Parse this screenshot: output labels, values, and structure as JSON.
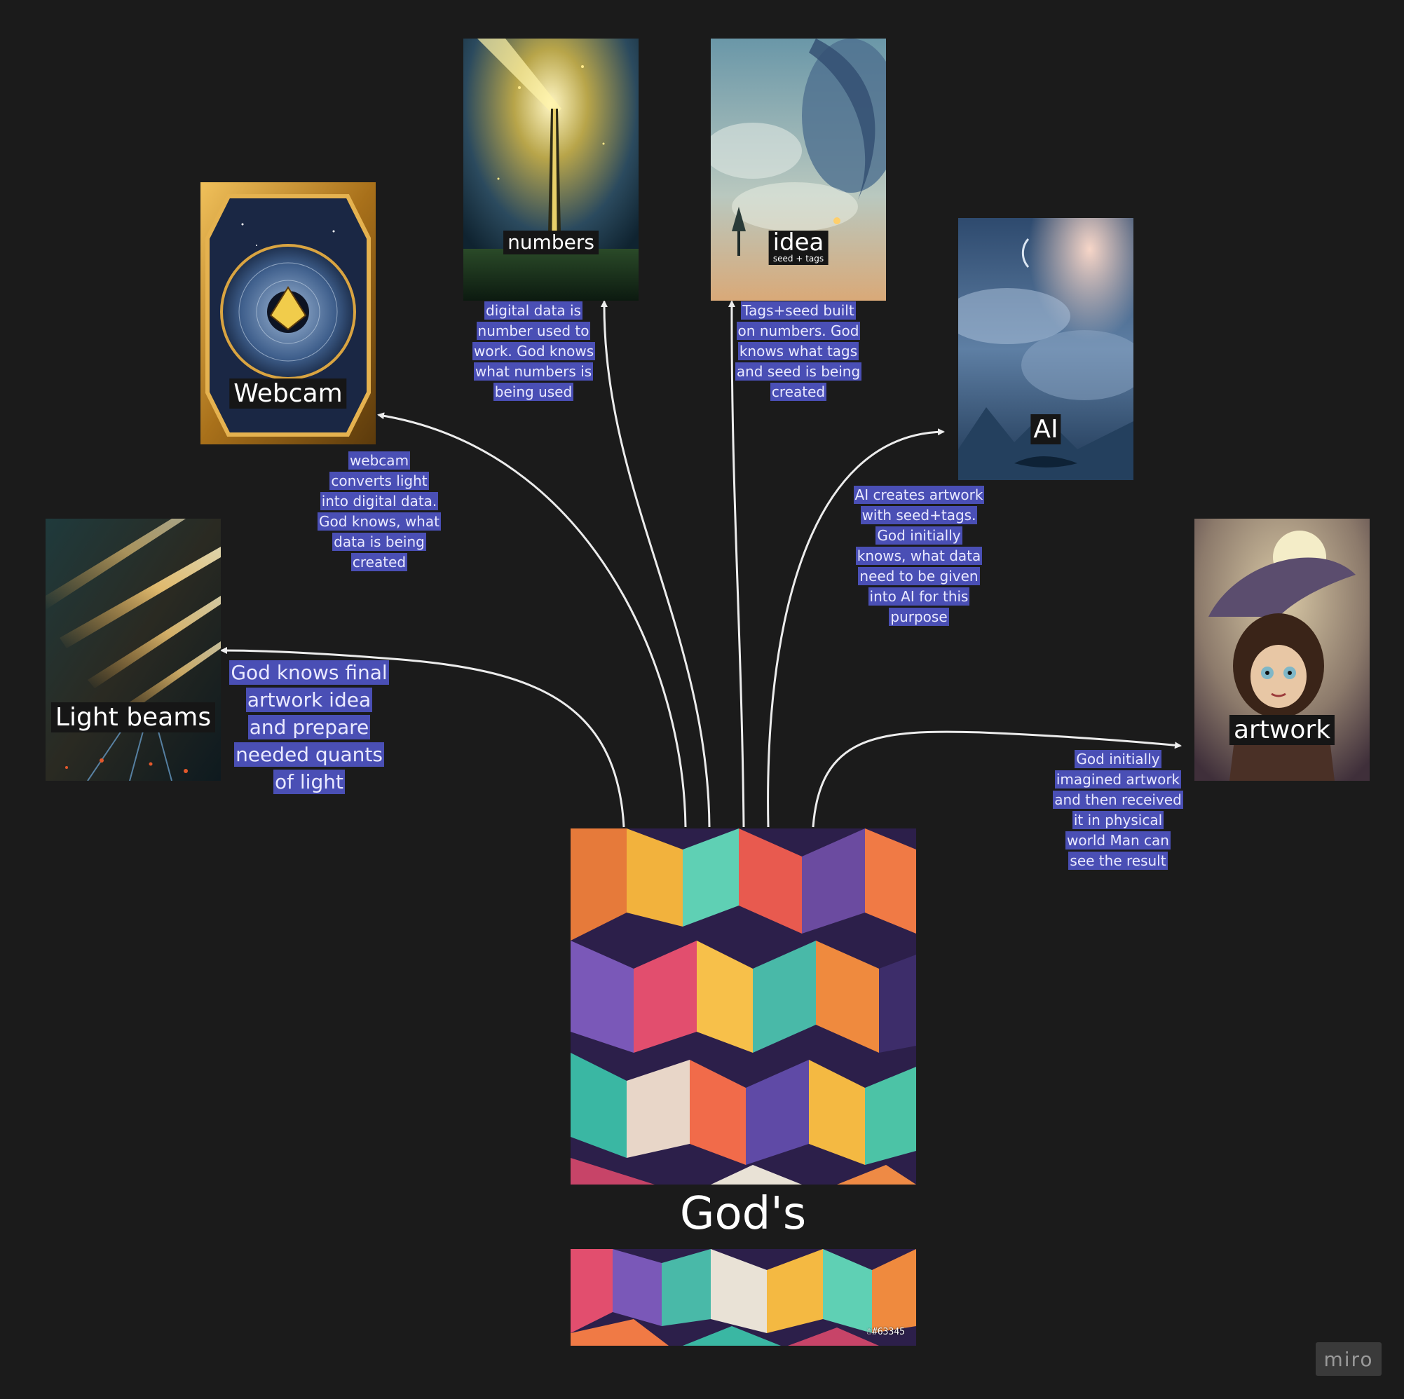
{
  "cards": {
    "light_beams": {
      "label": "Light beams"
    },
    "webcam": {
      "label": "Webcam"
    },
    "numbers": {
      "label": "numbers"
    },
    "idea": {
      "label": "idea",
      "sublabel": "seed + tags"
    },
    "ai": {
      "label": "AI"
    },
    "artwork": {
      "label": "artwork"
    }
  },
  "notes": {
    "light_beams": "God knows final artwork idea and prepare needed quants of light",
    "webcam": "webcam converts light into digital data. God knows, what data is being created",
    "numbers": "digital data is number used to work. God knows what numbers is being used",
    "idea": "Tags+seed built on numbers. God knows what tags and seed is being created",
    "ai": "AI creates artwork with seed+tags. God initially knows, what data need to be given into AI for this purpose",
    "artwork": "God initially imagined artwork and then received it in physical world Man can see the result"
  },
  "center": {
    "title": "God's conscience",
    "watermark_text": "#63345"
  },
  "branding": {
    "logo": "miro"
  },
  "colors": {
    "background": "#1b1b1b",
    "note_highlight": "#4a4fb5",
    "connector": "#ececec",
    "label_background": "#161616"
  }
}
